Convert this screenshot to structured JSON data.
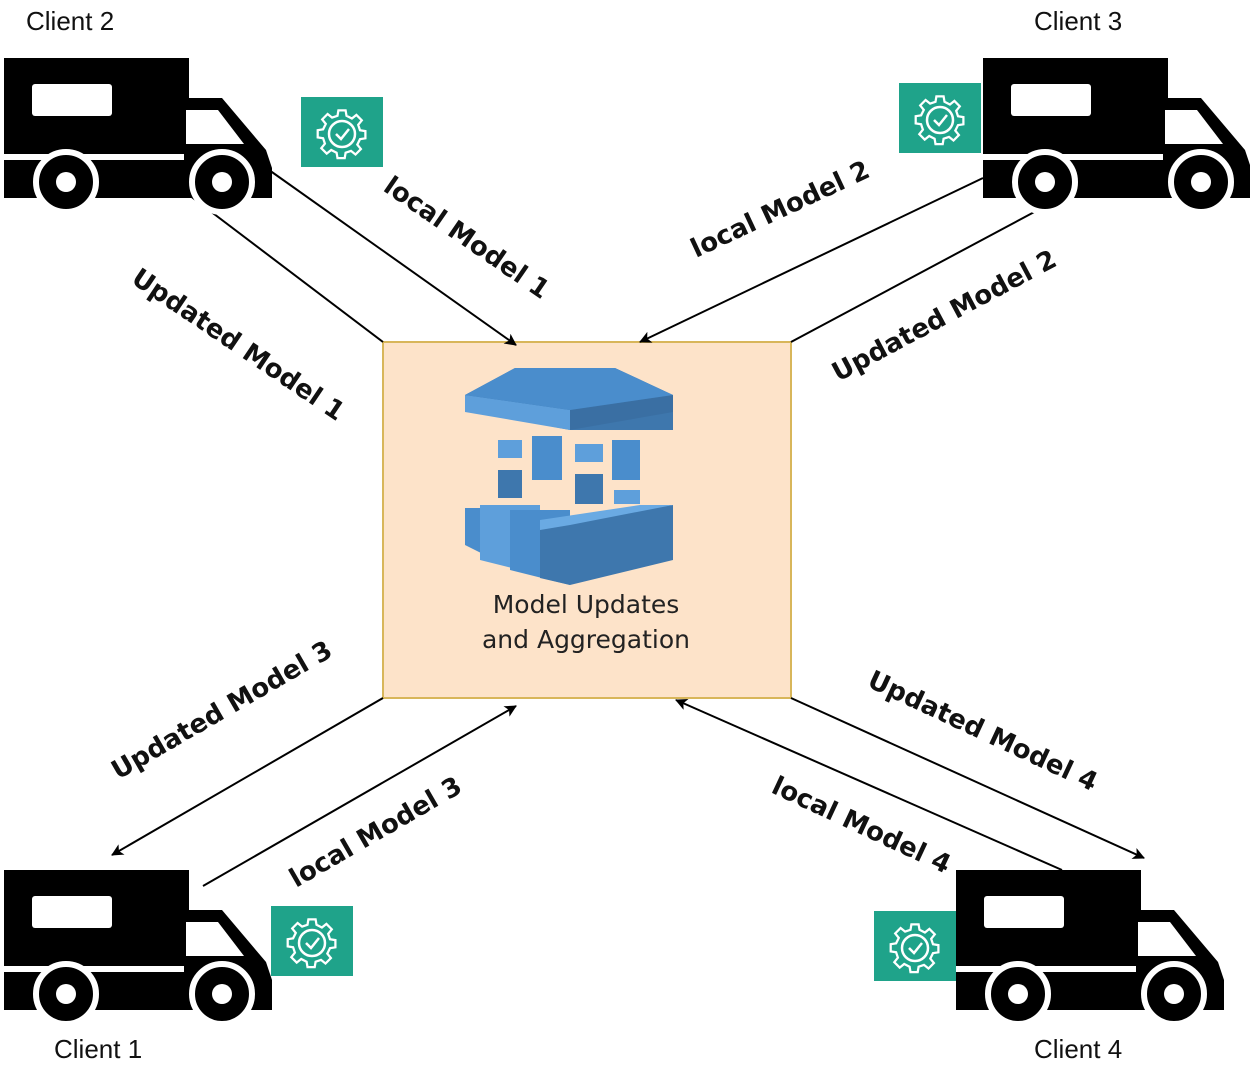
{
  "server": {
    "line1": "Model Updates",
    "line2": "and Aggregation",
    "fill": "#fde3c9",
    "border": "#d8b65a",
    "icon": "aggregation-stack-icon",
    "icon_color": "#4a8dcc"
  },
  "clients": [
    {
      "id": "client-1",
      "label": "Client 1"
    },
    {
      "id": "client-2",
      "label": "Client 2"
    },
    {
      "id": "client-3",
      "label": "Client 3"
    },
    {
      "id": "client-4",
      "label": "Client 4"
    }
  ],
  "edges": {
    "local_1": "local Model 1",
    "updated_1": "Updated Model 1",
    "local_2": "local Model 2",
    "updated_2": "Updated Model 2",
    "local_3": "local Model 3",
    "updated_3": "Updated Model 3",
    "local_4": "local Model 4",
    "updated_4": "Updated Model 4"
  },
  "badge": {
    "icon": "gear-check-icon",
    "color": "#1fa38a"
  },
  "truck_icon": "truck-icon"
}
